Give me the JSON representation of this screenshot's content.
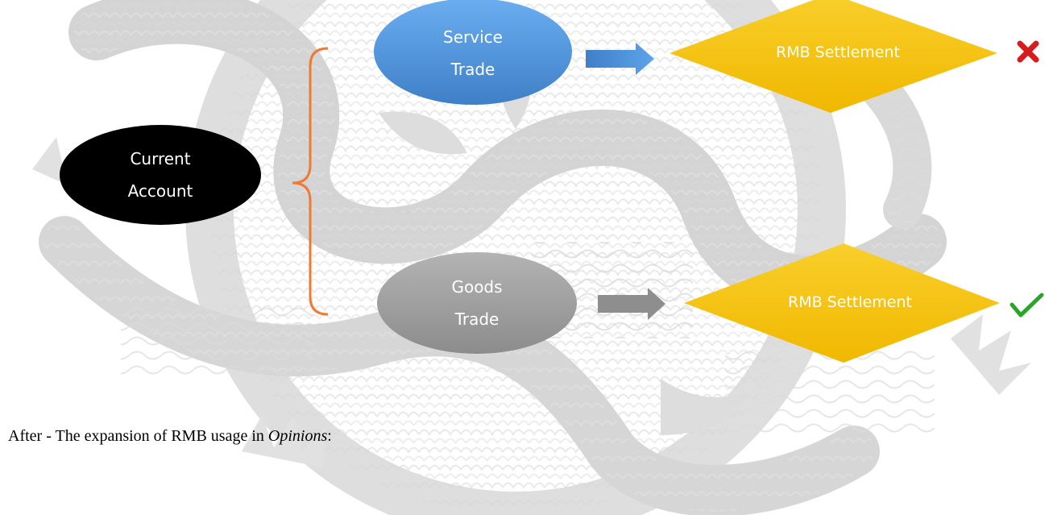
{
  "nodes": {
    "current_account": {
      "line1": "Current",
      "line2": "Account"
    },
    "service_trade": {
      "line1": "Service",
      "line2": "Trade"
    },
    "goods_trade": {
      "line1": "Goods",
      "line2": "Trade"
    }
  },
  "outcomes": {
    "service": {
      "label": "RMB Settlement",
      "status": "cross-mark-icon"
    },
    "goods": {
      "label": "RMB Settlement",
      "status": "check-mark-icon"
    }
  },
  "caption": {
    "prefix": "After - The expansion of RMB usage in ",
    "emphasis": "Opinions",
    "suffix": ":"
  },
  "colors": {
    "current_account": "#000000",
    "service_trade": "#4a8fd6",
    "goods_trade": "#9b9b9b",
    "diamond": "#f5c200",
    "brace": "#f07a32",
    "cross": "#d61c1c",
    "check": "#2aa52a"
  }
}
